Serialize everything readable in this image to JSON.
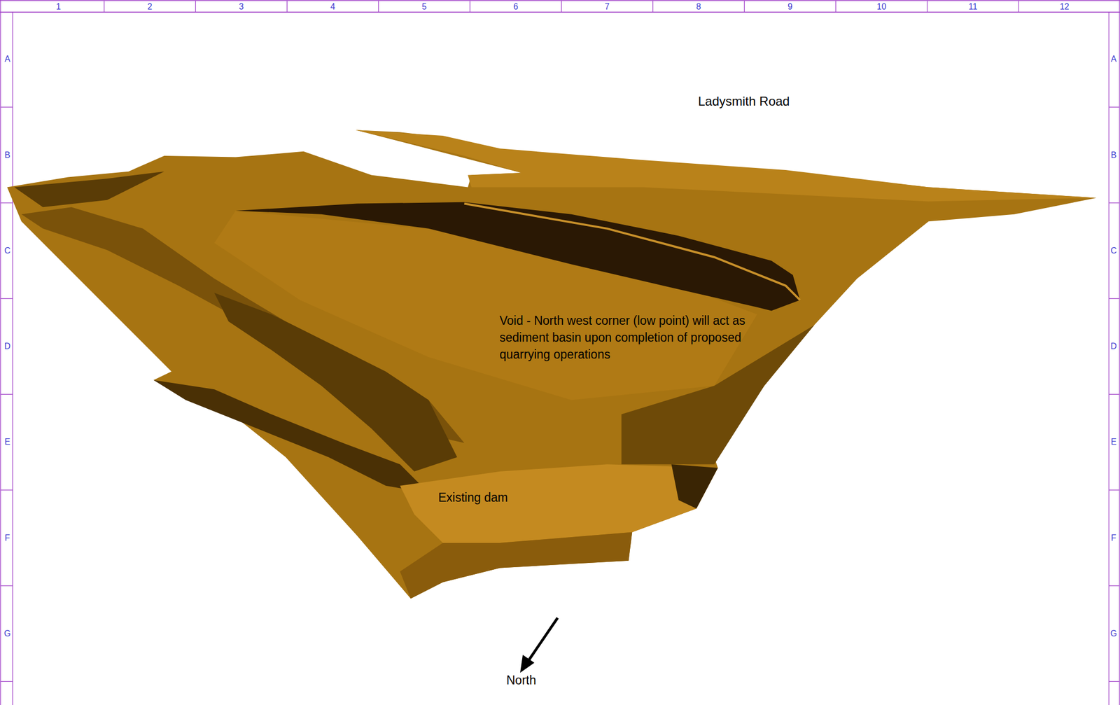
{
  "diagram": {
    "labels": [
      "1",
      "2",
      "3",
      "4",
      "5",
      "6",
      "7",
      "8",
      "9",
      "10",
      "11",
      "12",
      "A",
      "B",
      "C",
      "D",
      "E",
      "F",
      "G",
      "A",
      "B",
      "C",
      "D",
      "E",
      "F",
      "G",
      "Ladysmith Road",
      "Void - North west corner (low point) will act as sediment basin upon completion of proposed quarrying operations",
      "Existing dam",
      "North"
    ]
  }
}
